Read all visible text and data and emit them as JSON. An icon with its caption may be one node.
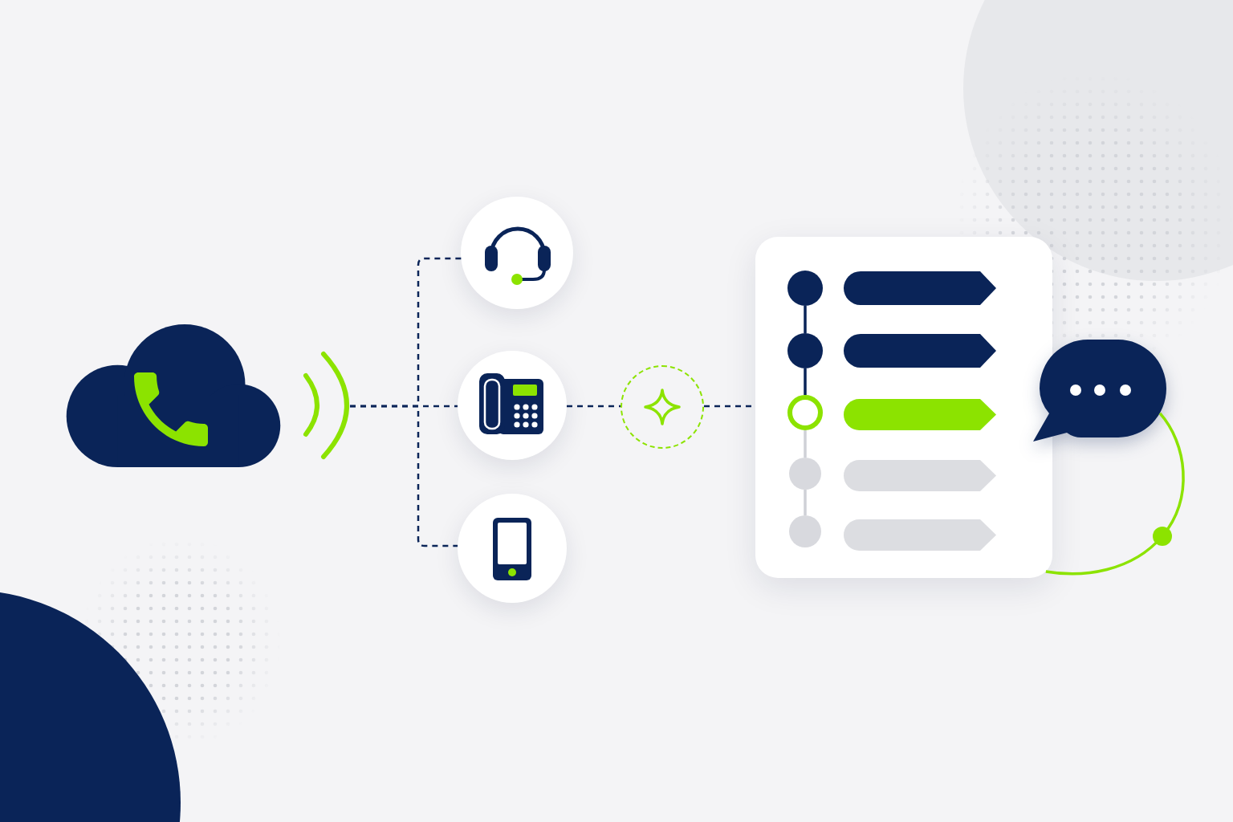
{
  "diagram": {
    "nodes": [
      {
        "text": [],
        "shape": "cloud"
      },
      {
        "text": [],
        "shape": "circle"
      },
      {
        "text": [],
        "shape": "circle"
      },
      {
        "text": [],
        "shape": "circle"
      },
      {
        "text": [],
        "shape": "circle"
      },
      {
        "text": [],
        "shape": "box"
      },
      {
        "text": [],
        "shape": "circle",
        "in": 5
      },
      {
        "text": [],
        "shape": "bar",
        "in": 5
      },
      {
        "text": [],
        "shape": "circle",
        "in": 5
      },
      {
        "text": [],
        "shape": "bar",
        "in": 5
      },
      {
        "text": [],
        "shape": "circle",
        "in": 5
      },
      {
        "text": [],
        "shape": "bar",
        "in": 5
      },
      {
        "text": [],
        "shape": "circle",
        "in": 5
      },
      {
        "text": [],
        "shape": "bar",
        "in": 5
      },
      {
        "text": [],
        "shape": "circle",
        "in": 5
      },
      {
        "text": [],
        "shape": "bar",
        "in": 5
      },
      {
        "text": [],
        "shape": "bubble"
      }
    ],
    "edges": [
      {
        "from": 0,
        "to": 1,
        "arrow": "none",
        "style": "dashed"
      },
      {
        "from": 0,
        "to": 2,
        "arrow": "none",
        "style": "dashed"
      },
      {
        "from": 0,
        "to": 3,
        "arrow": "none",
        "style": "dashed"
      },
      {
        "from": 2,
        "to": 4,
        "arrow": "none",
        "style": "dashed"
      },
      {
        "from": 4,
        "to": 5,
        "arrow": "none",
        "style": "dashed"
      },
      {
        "from": 6,
        "to": 8,
        "arrow": "none"
      },
      {
        "from": 8,
        "to": 10,
        "arrow": "none"
      },
      {
        "from": 10,
        "to": 12,
        "arrow": "none",
        "color": "#cfd1d7"
      },
      {
        "from": 12,
        "to": 14,
        "arrow": "none",
        "color": "#cfd1d7"
      },
      {
        "from": 16,
        "to": 5,
        "arrow": "none",
        "color": "#8ce300"
      }
    ]
  }
}
